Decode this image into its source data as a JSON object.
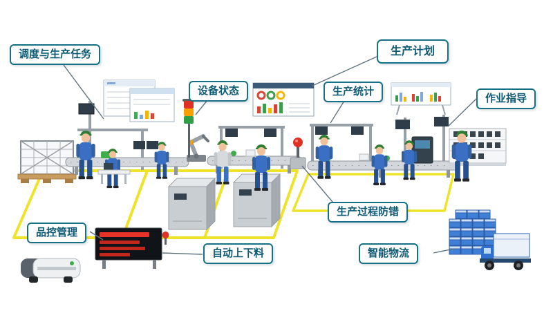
{
  "labels": {
    "scheduling": "调度与生产任务",
    "equipment_status": "设备状态",
    "production_plan": "生产计划",
    "production_stats": "生产统计",
    "work_guidance": "作业指导",
    "process_error_proofing": "生产过程防错",
    "quality_control": "品控管理",
    "auto_load_unload": "自动上下料",
    "smart_logistics": "智能物流"
  },
  "colors": {
    "callout_border": "#177085",
    "callout_text": "#0c5a74",
    "floor_marking_yellow": "#efe32a",
    "alert_red": "#df3224",
    "status_green": "#2f9e44",
    "status_orange": "#f59f00",
    "worker_uniform_blue": "#3a6fc4",
    "logistics_blue": "#2e6fd0",
    "led_text_red": "#e5332a"
  }
}
